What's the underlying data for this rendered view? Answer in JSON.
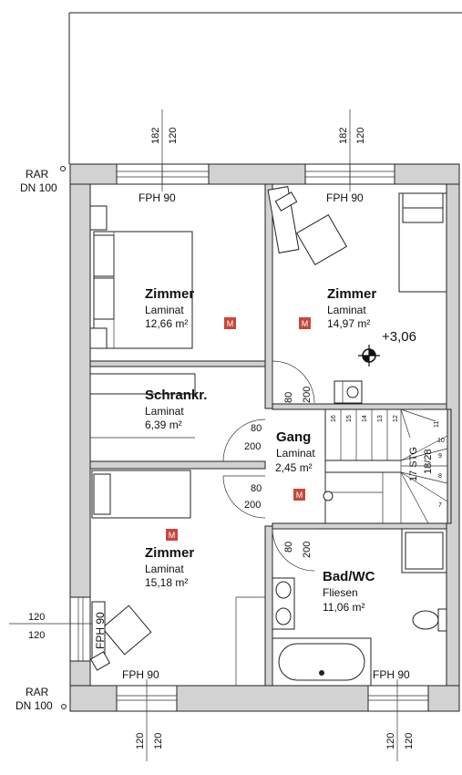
{
  "rooms": [
    {
      "name": "Zimmer",
      "material": "Laminat",
      "area": "12,66 m²"
    },
    {
      "name": "Zimmer",
      "material": "Laminat",
      "area": "14,97 m²"
    },
    {
      "name": "Schrankr.",
      "material": "Laminat",
      "area": "6,39 m²"
    },
    {
      "name": "Gang",
      "material": "Laminat",
      "area": "2,45 m²"
    },
    {
      "name": "Zimmer",
      "material": "Laminat",
      "area": "15,18 m²"
    },
    {
      "name": "Bad/WC",
      "material": "Fliesen",
      "area": "11,06 m²"
    }
  ],
  "windows": {
    "fph_label": "FPH 90"
  },
  "rar": {
    "label": "RAR",
    "dn": "DN 100"
  },
  "dims": {
    "d182": "182",
    "d120": "120",
    "d80": "80",
    "d200": "200"
  },
  "level": "+3,06",
  "marker": "M",
  "stair": {
    "label": "17 STG",
    "ratio": "18/28",
    "steps": [
      "16",
      "15",
      "14",
      "13",
      "12",
      "11",
      "10",
      "9",
      "8",
      "7"
    ]
  }
}
